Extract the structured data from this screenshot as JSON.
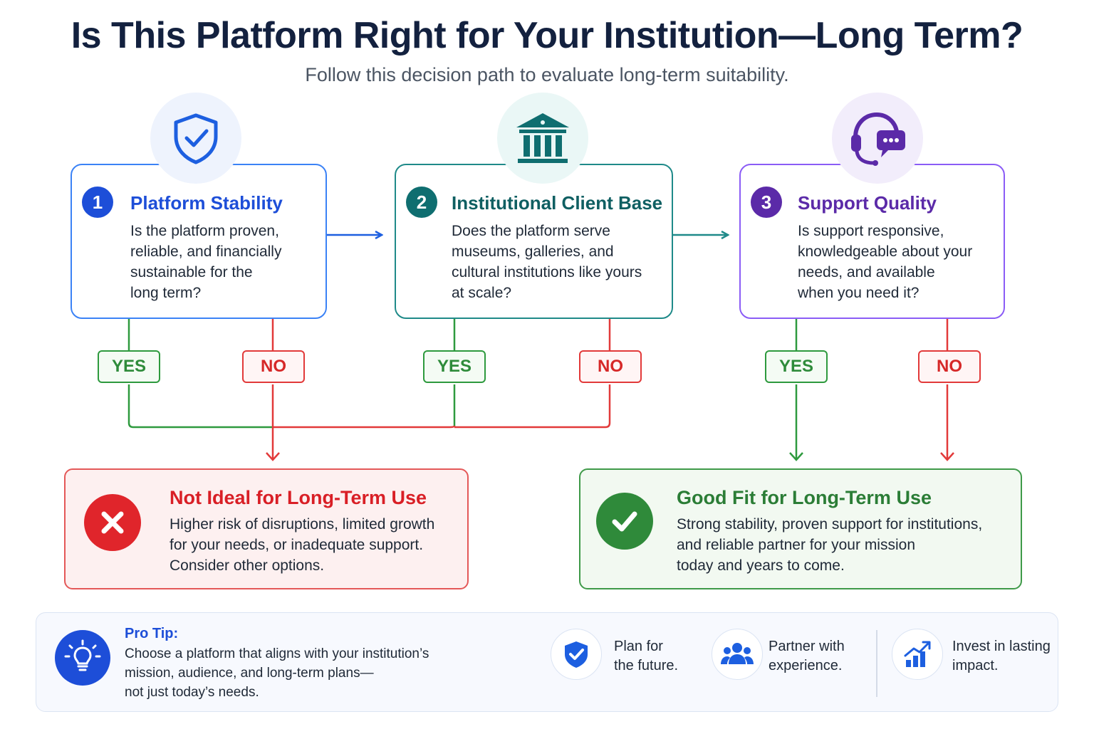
{
  "header": {
    "title": "Is This Platform Right for Your Institution—Long Term?",
    "subtitle": "Follow this decision path to evaluate long-term suitability."
  },
  "steps": [
    {
      "number": "1",
      "title": "Platform Stability",
      "icon": "shield-check-icon",
      "color": "#1d4ed8",
      "lines": [
        "Is the platform proven,",
        "reliable, and financially",
        "sustainable for the",
        "long term?"
      ],
      "yes": "YES",
      "no": "NO"
    },
    {
      "number": "2",
      "title": "Institutional Client Base",
      "icon": "museum-building-icon",
      "color": "#0f6e70",
      "lines": [
        "Does the platform serve",
        "museums, galleries, and",
        "cultural institutions like yours",
        "at scale?"
      ],
      "yes": "YES",
      "no": "NO"
    },
    {
      "number": "3",
      "title": "Support Quality",
      "icon": "headset-chat-icon",
      "color": "#5b2aa8",
      "lines": [
        "Is support responsive,",
        "knowledgeable about your",
        "needs, and available",
        "when you need it?"
      ],
      "yes": "YES",
      "no": "NO"
    }
  ],
  "outcomes": {
    "bad": {
      "title": "Not Ideal for Long-Term Use",
      "icon": "x-circle-icon",
      "color": "#e0252b",
      "lines": [
        "Higher risk of disruptions, limited growth",
        "for your needs, or inadequate support.",
        "Consider other options."
      ]
    },
    "good": {
      "title": "Good Fit for Long-Term Use",
      "icon": "check-circle-icon",
      "color": "#2f8a3a",
      "lines": [
        "Strong stability, proven support for institutions,",
        "and reliable partner for your mission",
        "today and years to come."
      ]
    }
  },
  "tip": {
    "label": "Pro Tip:",
    "icon": "lightbulb-icon",
    "lines": [
      "Choose a platform that aligns with your institution’s",
      "mission, audience, and long-term plans—",
      "not just today’s needs."
    ],
    "features": [
      {
        "icon": "shield-check-icon",
        "lines": [
          "Plan for",
          "the future."
        ]
      },
      {
        "icon": "people-group-icon",
        "lines": [
          "Partner with",
          "experience."
        ]
      },
      {
        "icon": "growth-chart-icon",
        "lines": [
          "Invest in lasting",
          "impact."
        ]
      }
    ]
  },
  "colors": {
    "blue": "#1d4ed8",
    "teal": "#0f6e70",
    "purple": "#5b2aa8",
    "green": "#2e8b3a",
    "red": "#d62828"
  }
}
